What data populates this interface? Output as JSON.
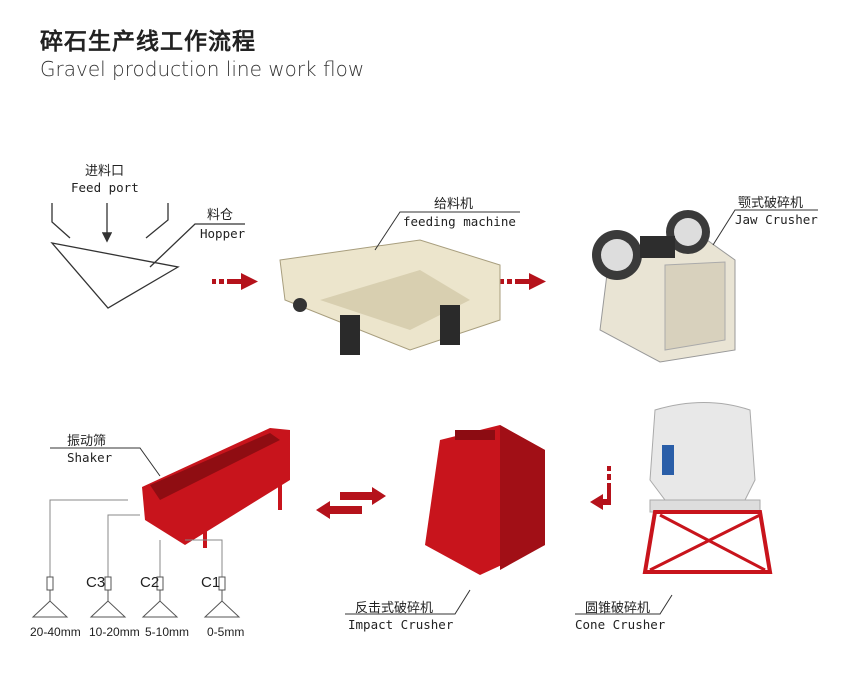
{
  "header": {
    "title": "碎石生产线工作流程",
    "subtitle": "Gravel production line work flow"
  },
  "labels": {
    "feed_port": {
      "zh": "进料口",
      "en": "Feed port"
    },
    "hopper": {
      "zh": "料仓",
      "en": "Hopper"
    },
    "feeder": {
      "zh": "给料机",
      "en": "feeding machine"
    },
    "jaw": {
      "zh": "颚式破碎机",
      "en": "Jaw Crusher"
    },
    "shaker": {
      "zh": "振动筛",
      "en": "Shaker"
    },
    "impact": {
      "zh": "反击式破碎机",
      "en": "Impact Crusher"
    },
    "cone": {
      "zh": "圆锥破碎机",
      "en": "Cone Crusher"
    }
  },
  "outputs": [
    {
      "code": "",
      "size": "20-40mm"
    },
    {
      "code": "C3",
      "size": "10-20mm"
    },
    {
      "code": "C2",
      "size": "5-10mm"
    },
    {
      "code": "C1",
      "size": "0-5mm"
    }
  ],
  "colors": {
    "arrow": "#b5121b",
    "machine_red": "#c8141c",
    "machine_cream": "#efe9d4"
  }
}
